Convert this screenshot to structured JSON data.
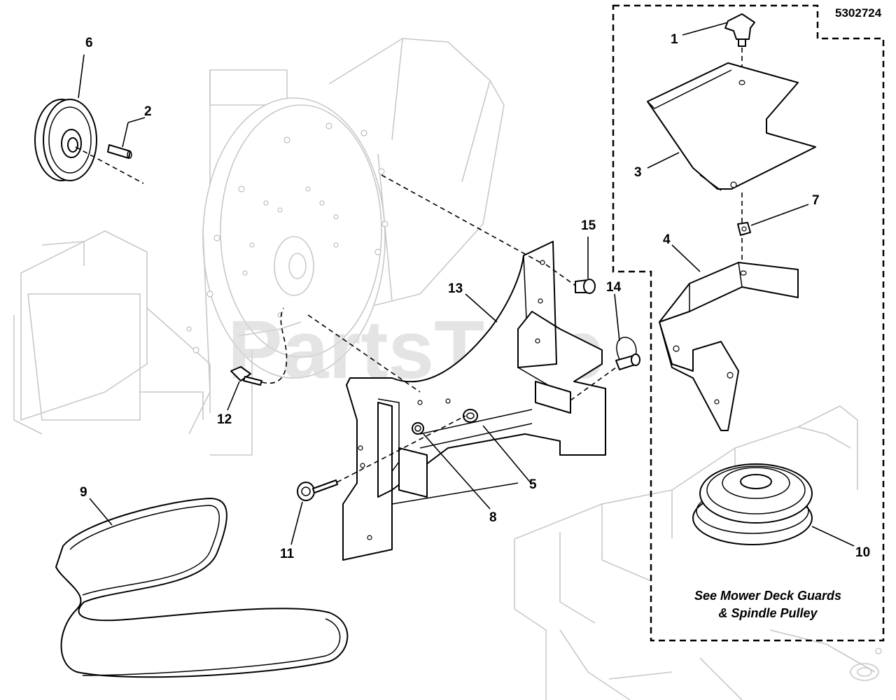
{
  "diagram": {
    "number": "5302724",
    "watermark": "PartsTree",
    "note_lines": [
      "See Mower Deck Guards",
      "& Spindle Pulley"
    ],
    "callouts": [
      {
        "id": "1",
        "label": "1"
      },
      {
        "id": "2",
        "label": "2"
      },
      {
        "id": "3",
        "label": "3"
      },
      {
        "id": "4",
        "label": "4"
      },
      {
        "id": "5",
        "label": "5"
      },
      {
        "id": "6",
        "label": "6"
      },
      {
        "id": "7",
        "label": "7"
      },
      {
        "id": "8",
        "label": "8"
      },
      {
        "id": "9",
        "label": "9"
      },
      {
        "id": "10",
        "label": "10"
      },
      {
        "id": "11",
        "label": "11"
      },
      {
        "id": "12",
        "label": "12"
      },
      {
        "id": "13",
        "label": "13"
      },
      {
        "id": "14",
        "label": "14"
      },
      {
        "id": "15",
        "label": "15"
      }
    ]
  }
}
